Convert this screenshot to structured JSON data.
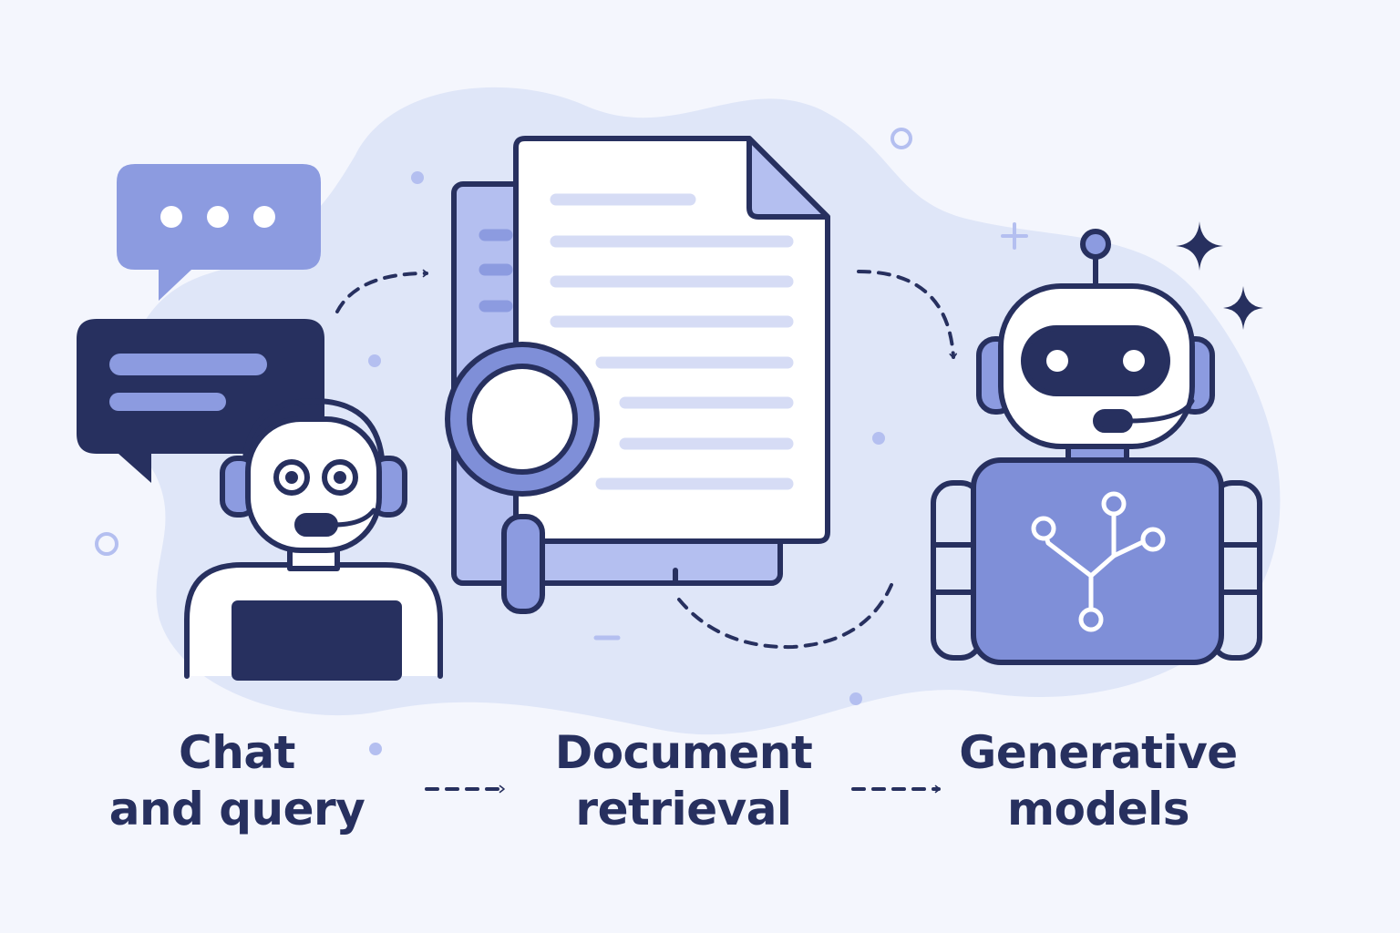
{
  "steps": [
    {
      "line1": "Chat",
      "line2": "and query",
      "icon": "support-agent-icon"
    },
    {
      "line1": "Document",
      "line2": "retrieval",
      "icon": "document-search-icon"
    },
    {
      "line1": "Generative",
      "line2": "models",
      "icon": "robot-icon"
    }
  ],
  "colors": {
    "background": "#f4f6fd",
    "blob": "#dfe6f8",
    "navy": "#27305f",
    "accent": "#7f8fd8",
    "light_accent": "#b4bff0",
    "white": "#ffffff"
  }
}
